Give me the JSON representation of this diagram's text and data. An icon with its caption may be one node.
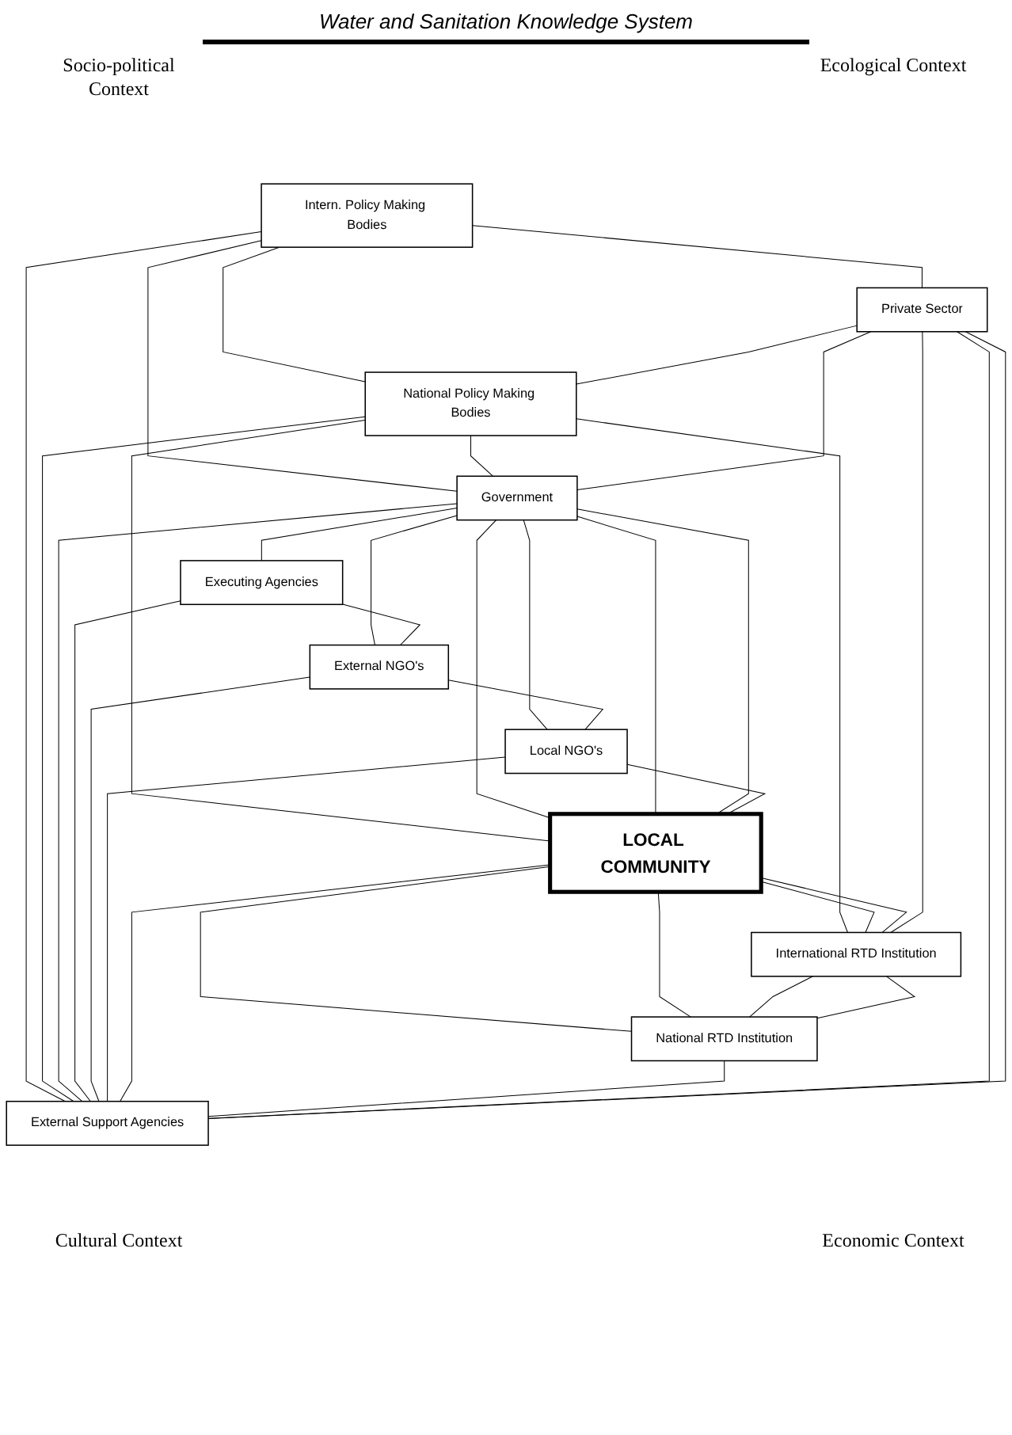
{
  "diagram": {
    "title": "Water and Sanitation Knowledge System",
    "nodes": [
      {
        "text": [
          "Intern. Policy Making Bodies"
        ]
      },
      {
        "text": [
          "Executing Agencies"
        ]
      },
      {
        "text": [
          "Government"
        ]
      },
      {
        "text": [
          "National Policy Making Bodies"
        ]
      },
      {
        "text": [
          "External NGO's"
        ]
      },
      {
        "text": [
          "Local NGO's"
        ]
      },
      {
        "text": [
          "Private Sector"
        ]
      },
      {
        "text": [
          "External Support Agencies"
        ]
      },
      {
        "text": [
          "LOCAL COMMUNITY"
        ]
      },
      {
        "text": [
          "International RTD Institution"
        ]
      },
      {
        "text": [
          "National RTD Institution"
        ]
      }
    ],
    "edges": [
      {
        "from": 0,
        "to": 6,
        "arrow": "none"
      },
      {
        "from": 0,
        "to": 3,
        "arrow": "none"
      },
      {
        "from": 0,
        "to": 2,
        "arrow": "none"
      },
      {
        "from": 0,
        "to": 7,
        "arrow": "none"
      },
      {
        "from": 3,
        "to": 7,
        "arrow": "none"
      },
      {
        "from": 3,
        "to": 2,
        "arrow": "none"
      },
      {
        "from": 6,
        "to": 3,
        "arrow": "none"
      },
      {
        "from": 3,
        "to": 8,
        "arrow": "none"
      },
      {
        "from": 3,
        "to": 9,
        "arrow": "none"
      },
      {
        "from": 6,
        "to": 2,
        "arrow": "none"
      },
      {
        "from": 2,
        "to": 7,
        "arrow": "none"
      },
      {
        "from": 2,
        "to": 1,
        "arrow": "none"
      },
      {
        "from": 2,
        "to": 4,
        "arrow": "none"
      },
      {
        "from": 2,
        "to": 5,
        "arrow": "none"
      },
      {
        "from": 1,
        "to": 4,
        "arrow": "none"
      },
      {
        "from": 4,
        "to": 5,
        "arrow": "none"
      },
      {
        "from": 1,
        "to": 7,
        "arrow": "none"
      },
      {
        "from": 4,
        "to": 7,
        "arrow": "none"
      },
      {
        "from": 5,
        "to": 7,
        "arrow": "none"
      },
      {
        "from": 2,
        "to": 8,
        "arrow": "none"
      },
      {
        "from": 2,
        "to": 8,
        "arrow": "none"
      },
      {
        "from": 2,
        "to": 8,
        "arrow": "none"
      },
      {
        "from": 5,
        "to": 8,
        "arrow": "none"
      },
      {
        "from": 8,
        "to": 7,
        "arrow": "none"
      },
      {
        "from": 8,
        "to": 9,
        "arrow": "none"
      },
      {
        "from": 8,
        "to": 9,
        "arrow": "none"
      },
      {
        "from": 8,
        "to": 10,
        "arrow": "none"
      },
      {
        "from": 8,
        "to": 10,
        "arrow": "none"
      },
      {
        "from": 9,
        "to": 10,
        "arrow": "none"
      },
      {
        "from": 9,
        "to": 10,
        "arrow": "none"
      },
      {
        "from": 10,
        "to": 7,
        "arrow": "none"
      },
      {
        "from": 6,
        "to": 9,
        "arrow": "none"
      },
      {
        "from": 6,
        "to": 7,
        "arrow": "none"
      },
      {
        "from": 6,
        "to": 7,
        "arrow": "none"
      }
    ],
    "labels": [
      "Socio-political Context",
      "Ecological Context",
      "Cultural Context",
      "Economic Context"
    ]
  }
}
